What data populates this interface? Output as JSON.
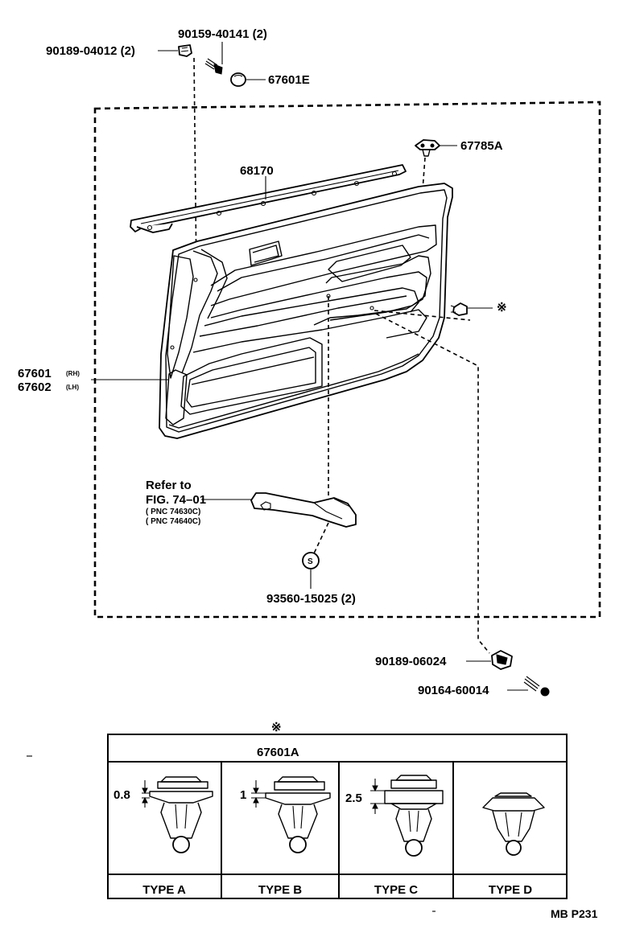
{
  "parts": {
    "screw_top": "90159-40141 (2)",
    "nut_top": "90189-04012 (2)",
    "cap": "67601E",
    "clip_top": "67785A",
    "weatherstrip": "68170",
    "panel_rh": "67601",
    "panel_rh_suffix": "(RH)",
    "panel_lh": "67602",
    "panel_lh_suffix": "(LH)",
    "refer_line1": "Refer to",
    "refer_line2": "FIG. 74–01",
    "refer_pnc1": "( PNC 74630C)",
    "refer_pnc2": "( PNC 74640C)",
    "screw_s_symbol": "S",
    "screw_s": "93560-15025 (2)",
    "nut_bottom": "90189-06024",
    "screw_bottom": "90164-60014",
    "asterisk": "※"
  },
  "table": {
    "asterisk": "※",
    "title": "67601A",
    "dim_a": "0.8",
    "dim_b": "1",
    "dim_c": "2.5",
    "types": [
      "TYPE A",
      "TYPE B",
      "TYPE C",
      "TYPE D"
    ]
  },
  "footer": {
    "code": "MB P231"
  }
}
